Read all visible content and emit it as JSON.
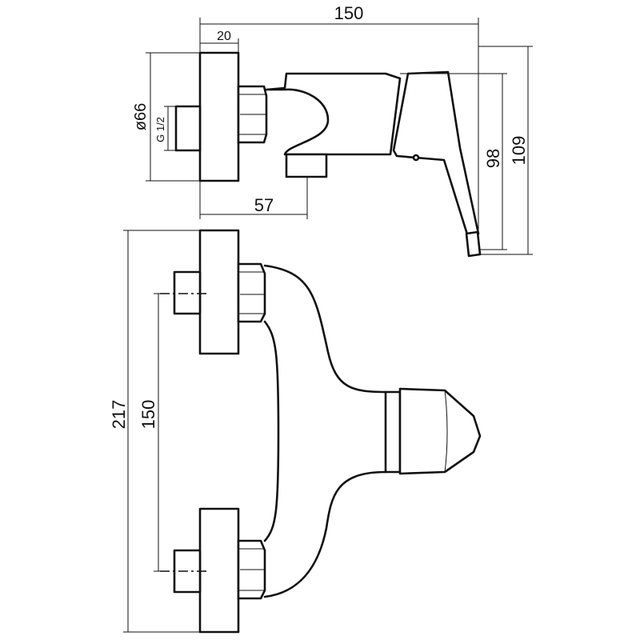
{
  "dimensions": {
    "top_width_total": "150",
    "top_wall_plate": "20",
    "top_outlet_offset": "57",
    "top_diameter": "ø66",
    "top_thread": "G 1/2",
    "top_height_98": "98",
    "top_height_109": "109",
    "front_total_height": "217",
    "front_center_distance": "150"
  },
  "colors": {
    "line": "#111111",
    "background": "#ffffff"
  }
}
